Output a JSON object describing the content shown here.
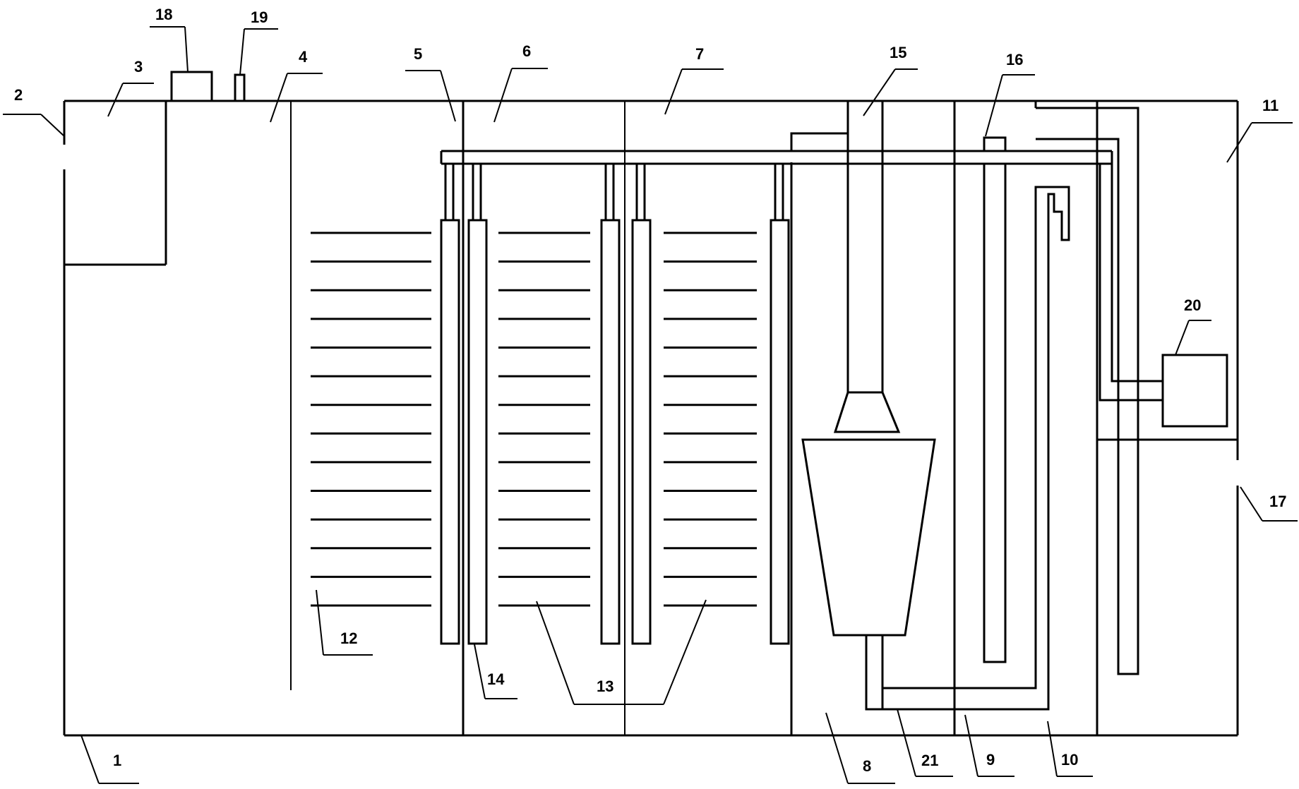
{
  "labels": {
    "l1": "1",
    "l2": "2",
    "l3": "3",
    "l4": "4",
    "l5": "5",
    "l6": "6",
    "l7": "7",
    "l8": "8",
    "l9": "9",
    "l10": "10",
    "l11": "11",
    "l12": "12",
    "l13": "13",
    "l14": "14",
    "l15": "15",
    "l16": "16",
    "l17": "17",
    "l18": "18",
    "l19": "19",
    "l20": "20",
    "l21": "21"
  },
  "colors": {
    "stroke": "#000000",
    "background": "#ffffff"
  }
}
